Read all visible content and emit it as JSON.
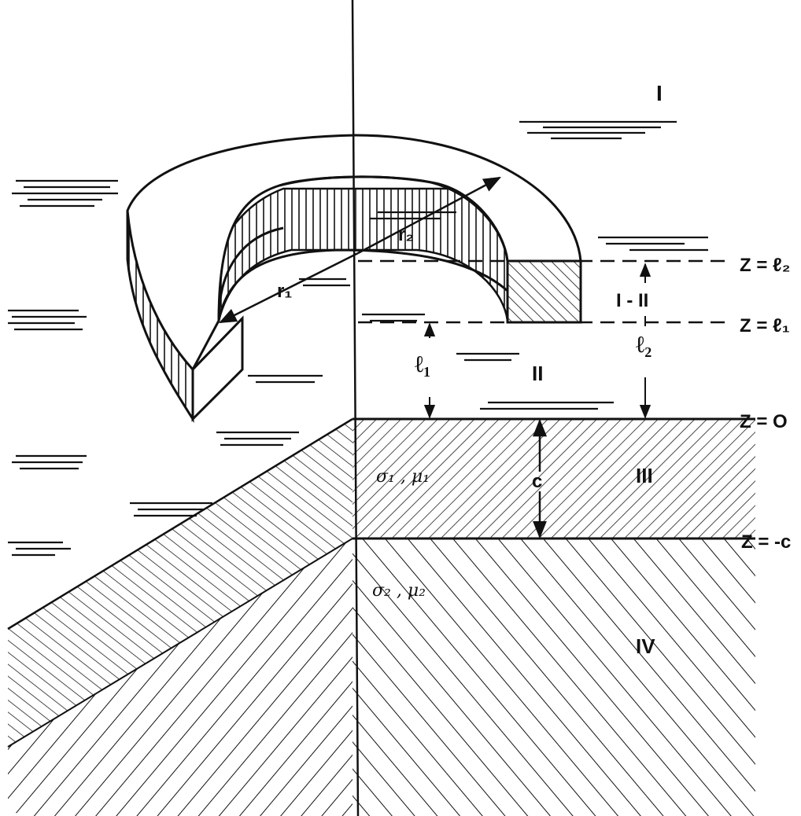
{
  "diagram": {
    "regions": {
      "I": "I",
      "II": "II",
      "III": "III",
      "IV": "IV",
      "I_II": "I - II"
    },
    "planes": {
      "z_l2": "Z = ℓ₂",
      "z_l1": "Z = ℓ₁",
      "z_0": "Z = O",
      "z_c": "Z = -c"
    },
    "dimensions": {
      "r1": "r₁",
      "r2": "r₂",
      "l1": "ℓ₁",
      "l2": "ℓ₂",
      "c": "c"
    },
    "layers": {
      "layer1": "σ₁ , μ₁",
      "layer2": "σ₂ , μ₂"
    },
    "colors": {
      "ink": "#111111",
      "paper": "#ffffff"
    }
  }
}
